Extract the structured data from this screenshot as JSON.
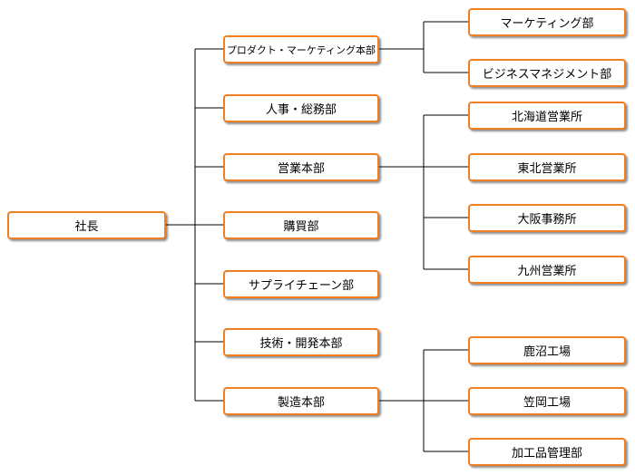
{
  "colors": {
    "border": "#f07f1f",
    "line": "#000000"
  },
  "nodes": {
    "president": "社長",
    "product_marketing": "プロダクト・マーケティング本部",
    "hr_general": "人事・総務部",
    "sales": "営業本部",
    "purchasing": "購買部",
    "supply_chain": "サプライチェーン部",
    "tech_dev": "技術・開発本部",
    "manufacturing": "製造本部",
    "marketing": "マーケティング部",
    "business_management": "ビジネスマネジメント部",
    "hokkaido_office": "北海道営業所",
    "tohoku_office": "東北営業所",
    "osaka_office": "大阪事務所",
    "kyushu_office": "九州営業所",
    "kanuma_factory": "鹿沼工場",
    "kasama_factory": "笠岡工場",
    "processed_goods": "加工品管理部"
  }
}
